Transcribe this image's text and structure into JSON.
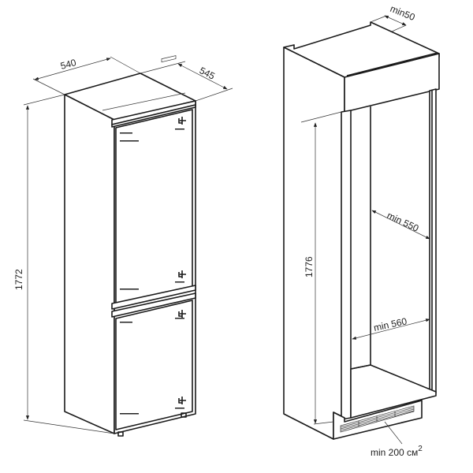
{
  "fridge": {
    "width_label": "540",
    "depth_label": "545",
    "height_label": "1772"
  },
  "cabinet": {
    "top_gap_label": "min50",
    "height_label": "1776",
    "depth_label": "min 550",
    "width_label": "min 560",
    "vent_label": "min 200 см",
    "vent_label_sup": "2"
  },
  "colors": {
    "line": "#1a1a1a",
    "background": "#ffffff"
  }
}
